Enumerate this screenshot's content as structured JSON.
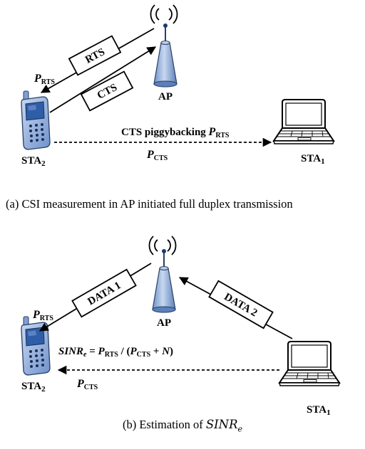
{
  "panel_a": {
    "ap_label": "AP",
    "sta2": {
      "main": "STA",
      "sub": "2"
    },
    "sta1": {
      "main": "STA",
      "sub": "1"
    },
    "box_rts": "RTS",
    "box_cts": "CTS",
    "p_rts": {
      "main": "P",
      "sub": "RTS"
    },
    "p_cts": {
      "main": "P",
      "sub": "CTS"
    },
    "piggyback": {
      "text": "CTS piggybacking ",
      "main": "P",
      "sub": "RTS"
    },
    "caption": "(a) CSI measurement in AP initiated full duplex transmission"
  },
  "panel_b": {
    "ap_label": "AP",
    "sta2": {
      "main": "STA",
      "sub": "2"
    },
    "sta1": {
      "main": "STA",
      "sub": "1"
    },
    "box_data1": "DATA 1",
    "box_data2": "DATA 2",
    "p_rts": {
      "main": "P",
      "sub": "RTS"
    },
    "p_cts": {
      "main": "P",
      "sub": "CTS"
    },
    "formula": {
      "lhs_main": "SINR",
      "lhs_sub": "e",
      "eq": " = ",
      "p1_main": "P",
      "p1_sub": "RTS",
      "mid": " / (",
      "p2_main": "P",
      "p2_sub": "CTS",
      "tail": " + ",
      "n": "N",
      "close": ")"
    },
    "caption_prefix": "(b) Estimation of ",
    "caption_math_main": "SINR",
    "caption_math_sub": "e"
  },
  "colors": {
    "antenna_fill": "#8fb0dc",
    "phone_body": "#a3bde6",
    "phone_screen": "#2f5ea8",
    "line": "#000000"
  },
  "icons": [
    "antenna-tower-icon",
    "mobile-phone-icon",
    "laptop-icon",
    "wireless-signal-icon"
  ]
}
